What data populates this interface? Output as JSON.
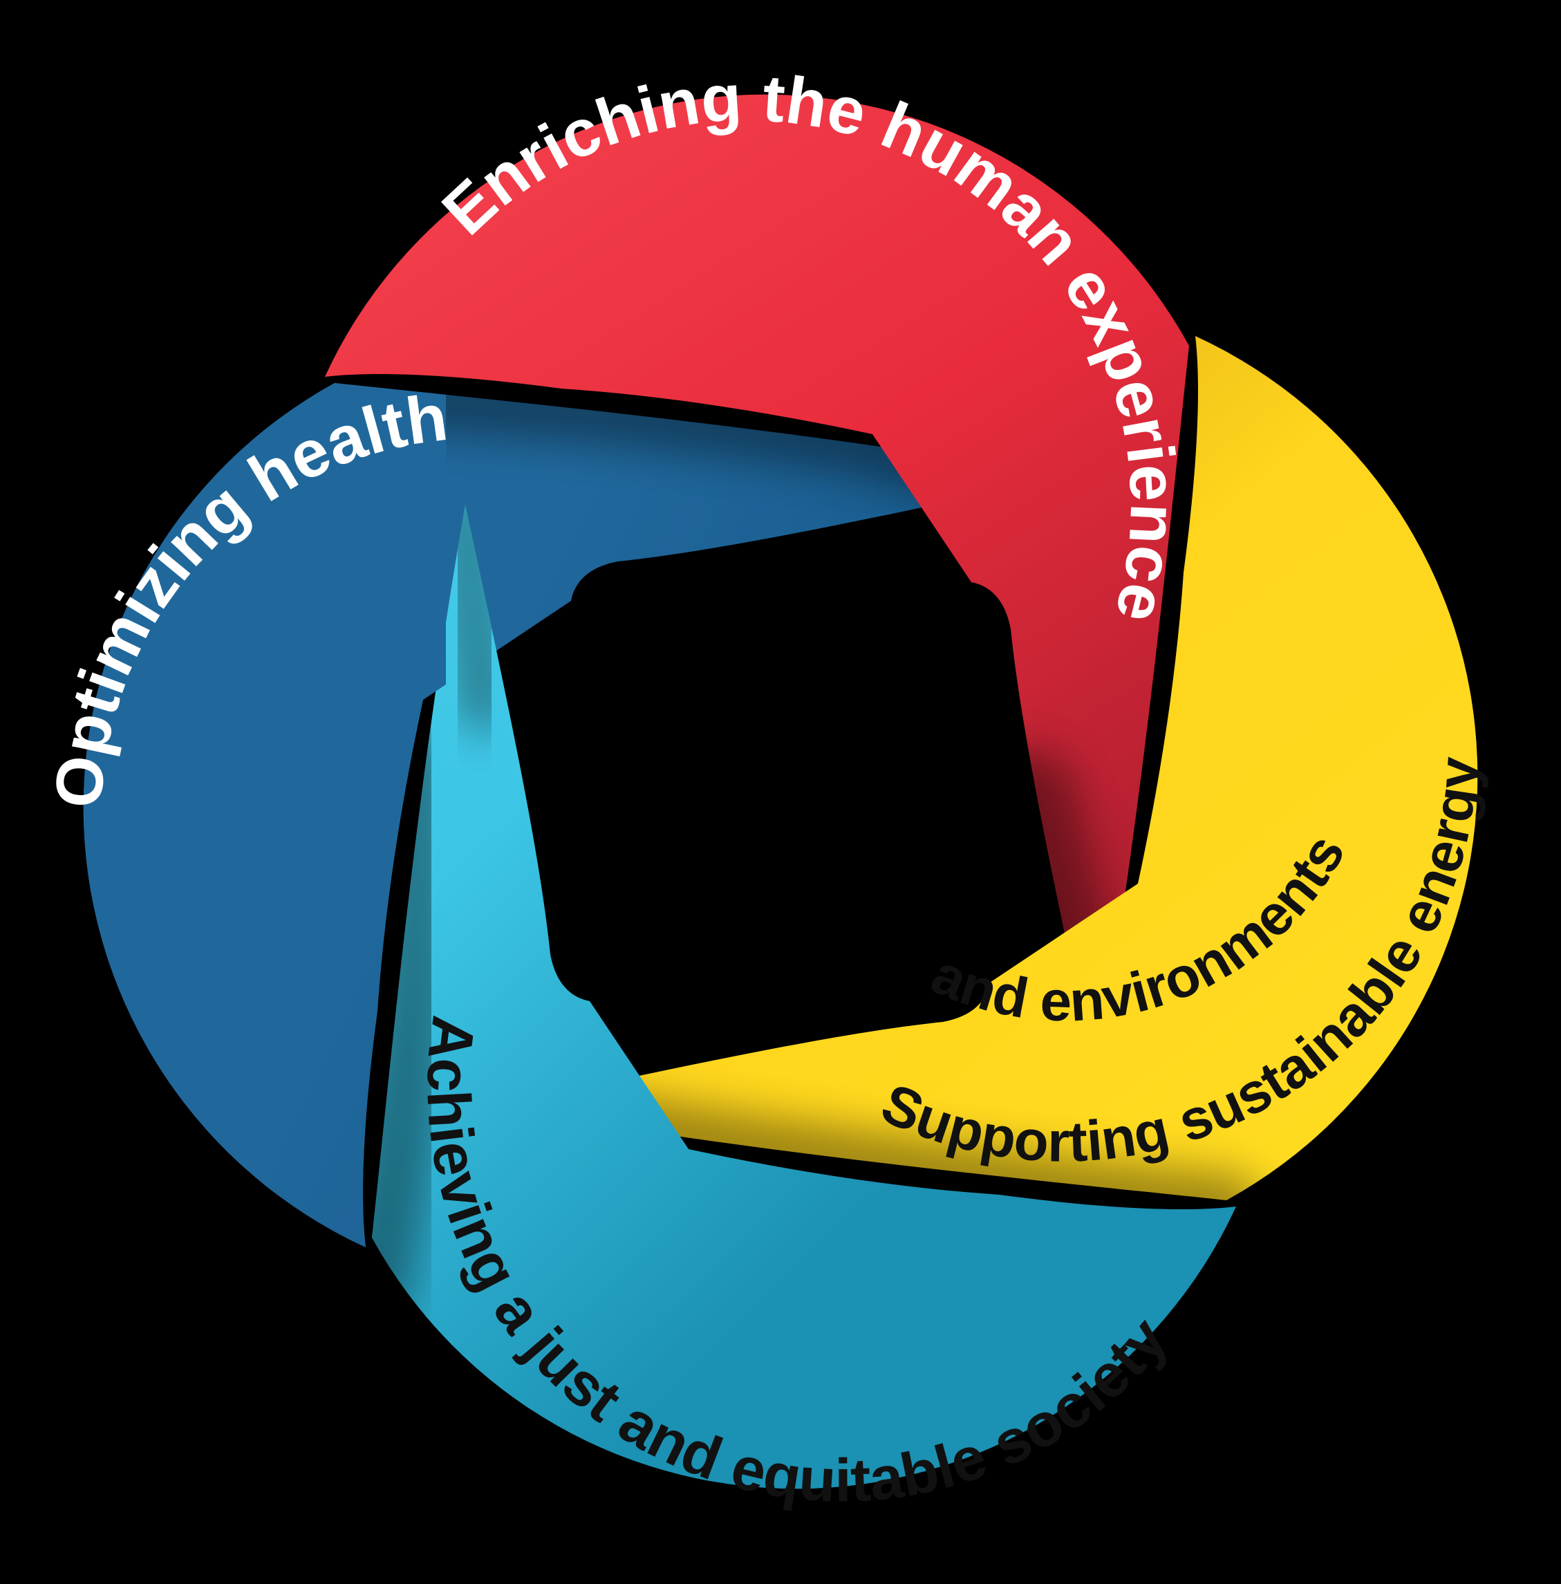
{
  "diagram": {
    "type": "interlocking-ribbon-rings",
    "description": "Four interlocking circular ribbons forming a pinwheel around a black center hole",
    "background_color": "#000000",
    "center_hole_color": "#000000",
    "colors": {
      "red_light": "#f4404d",
      "red_base": "#e82c3c",
      "red_dark": "#a81d2e",
      "blue_light": "#20689c",
      "blue_base": "#17598b",
      "blue_dark": "#0f3a61",
      "cyan_light": "#4bcfea",
      "cyan_base": "#3cc5e5",
      "cyan_dark": "#1b91b3",
      "yellow_light": "#ffdb20",
      "yellow_base": "#ffd51d",
      "yellow_dark": "#d9a413"
    },
    "ribbons": [
      {
        "id": "human-experience",
        "position": "top",
        "label": "Enriching the human experience",
        "color": "#e82c3c",
        "text_color": "#ffffff"
      },
      {
        "id": "health",
        "position": "left",
        "label": "Optimizing health",
        "color": "#17598b",
        "text_color": "#ffffff"
      },
      {
        "id": "energy-environments",
        "position": "right",
        "label": "Supporting sustainable energy and environments",
        "line1": "Supporting sustainable energy",
        "line2": "and environments",
        "color": "#ffd51d",
        "text_color": "#111111"
      },
      {
        "id": "just-society",
        "position": "bottom",
        "label": "Achieving a just and equitable society",
        "color": "#3cc5e5",
        "text_color": "#111111"
      }
    ]
  }
}
